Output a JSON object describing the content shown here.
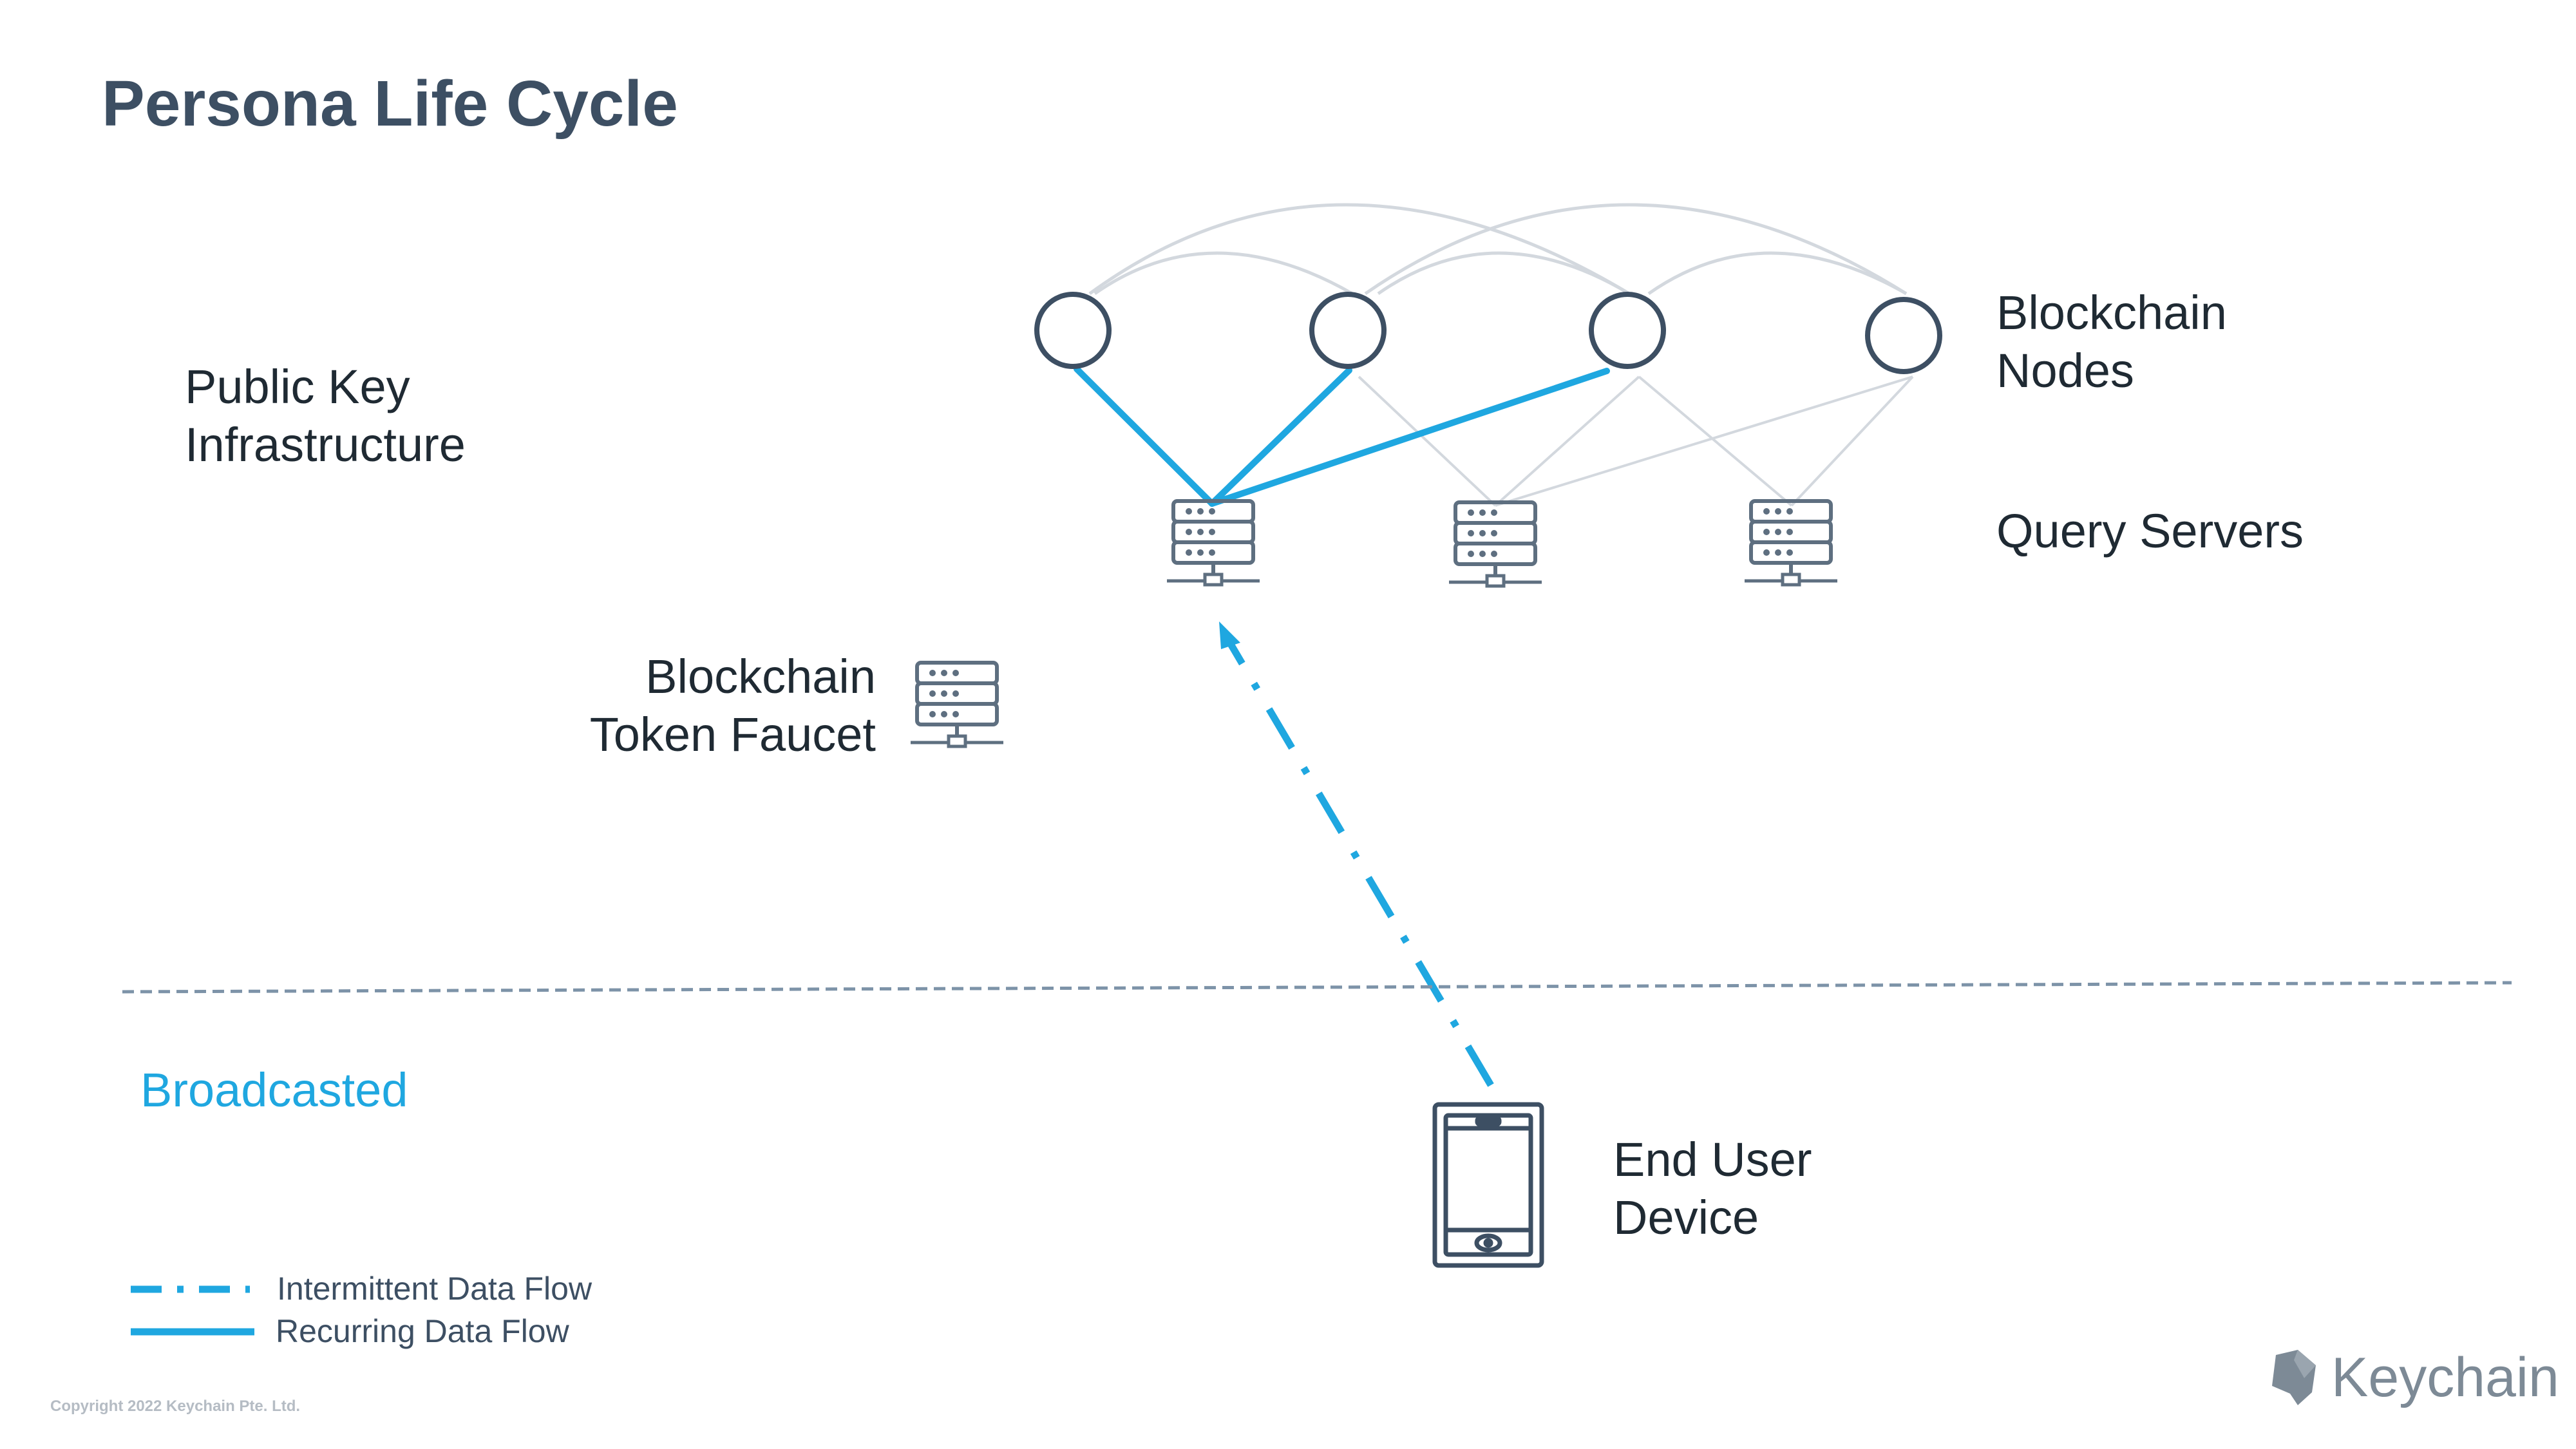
{
  "title": "Persona Life Cycle",
  "labels": {
    "pki_line1": "Public Key",
    "pki_line2": "Infrastructure",
    "nodes_line1": "Blockchain",
    "nodes_line2": "Nodes",
    "query_servers": "Query Servers",
    "faucet_line1": "Blockchain",
    "faucet_line2": "Token Faucet",
    "device_line1": "End User",
    "device_line2": "Device",
    "broadcasted": "Broadcasted"
  },
  "legend": {
    "intermittent": "Intermittent Data Flow",
    "recurring": "Recurring Data Flow"
  },
  "footer": {
    "copyright": "Copyright 2022 Keychain Pte. Ltd.",
    "brand": "Keychain"
  },
  "colors": {
    "accent": "#1fa7e0",
    "node_stroke": "#3d4f63",
    "mesh": "#d3d8de",
    "title": "#3d4f63",
    "divider": "#7d93a8"
  },
  "icons": {
    "node": "circle-node-icon",
    "server": "server-rack-icon",
    "device": "mobile-device-icon",
    "brand": "keychain-logo-icon"
  }
}
